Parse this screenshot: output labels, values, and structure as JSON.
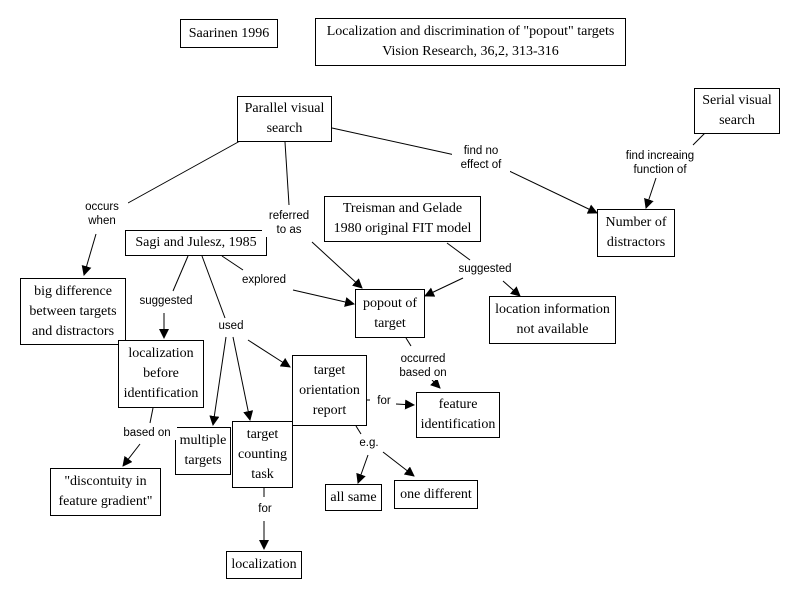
{
  "nodes": {
    "saarinen": "Saarinen 1996",
    "title": "Localization and discrimination of \"popout\" targets\nVision Research, 36,2, 313-316",
    "parallel": "Parallel visual\nsearch",
    "serial": "Serial visual\nsearch",
    "number_distractors": "Number of\ndistractors",
    "treisman": "Treisman and Gelade\n1980 original FIT model",
    "sagi": "Sagi and Julesz, 1985",
    "big_difference": "big difference\nbetween targets\nand distractors",
    "popout": "popout of\ntarget",
    "location_info": "location information\nnot available",
    "localization_before": "localization\nbefore\nidentification",
    "target_orientation": "target\norientation\nreport",
    "feature_identification": "feature\nidentification",
    "multiple_targets": "multiple\ntargets",
    "target_counting": "target\ncounting\ntask",
    "discontinuity": "\"discontuity in\nfeature gradient\"",
    "all_same": "all same",
    "one_different": "one different",
    "localization": "localization"
  },
  "links": {
    "find_no_effect": "find no\neffect of",
    "find_increasing": "find increaing\nfunction of",
    "occurs_when": "occurs\nwhen",
    "referred_to_as": "referred\nto as",
    "treisman_suggested": "suggested",
    "explored": "explored",
    "sagi_suggested": "suggested",
    "used": "used",
    "occurred_based_on": "occurred\nbased on",
    "orientation_for": "for",
    "based_on": "based on",
    "eg": "e.g.",
    "counting_for": "for"
  }
}
